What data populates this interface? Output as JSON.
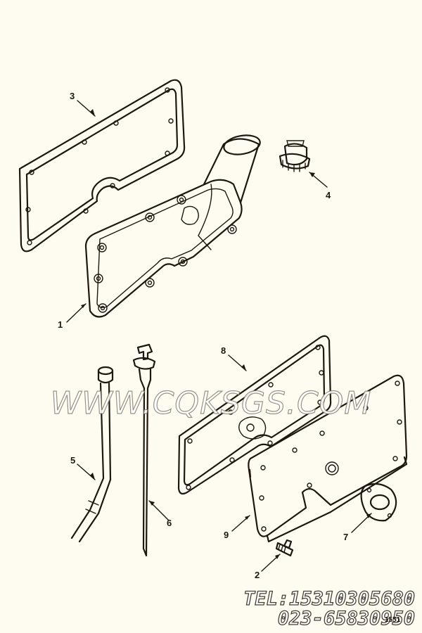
{
  "callouts": [
    "1",
    "2",
    "3",
    "4",
    "5",
    "6",
    "7",
    "8",
    "9"
  ],
  "watermark": "WWW.CQKSGS.COM",
  "contact": {
    "tel": "TEL:15310305680",
    "phone2": "023-65830950"
  },
  "page_number": "1551"
}
